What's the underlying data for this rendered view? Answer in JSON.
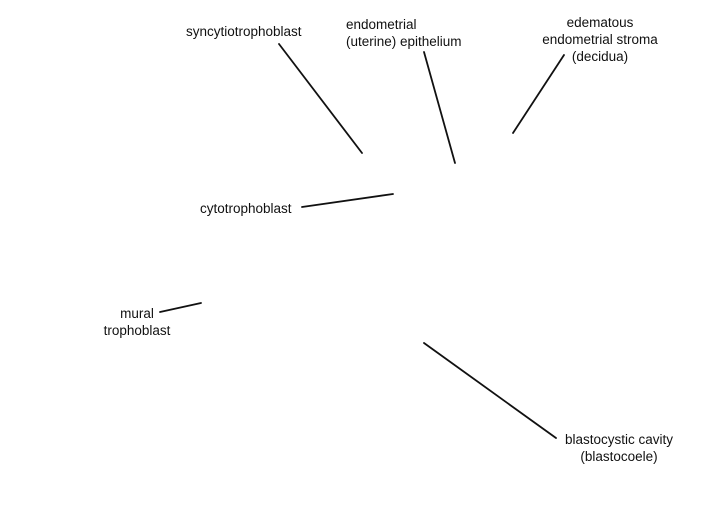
{
  "diagram": {
    "labels": {
      "syncytiotrophoblast": "syncytiotrophoblast",
      "endometrial_epithelium_1": "endometrial",
      "endometrial_epithelium_2": "(uterine) epithelium",
      "stroma_1": "edematous",
      "stroma_2": "endometrial stroma",
      "stroma_3": "(decidua)",
      "cytotrophoblast": "cytotrophoblast",
      "mural_1": "mural",
      "mural_2": "trophoblast",
      "cavity_1": "blastocystic cavity",
      "cavity_2": "(blastocoele)"
    },
    "line_color": "#111111",
    "background": "#ffffff"
  }
}
